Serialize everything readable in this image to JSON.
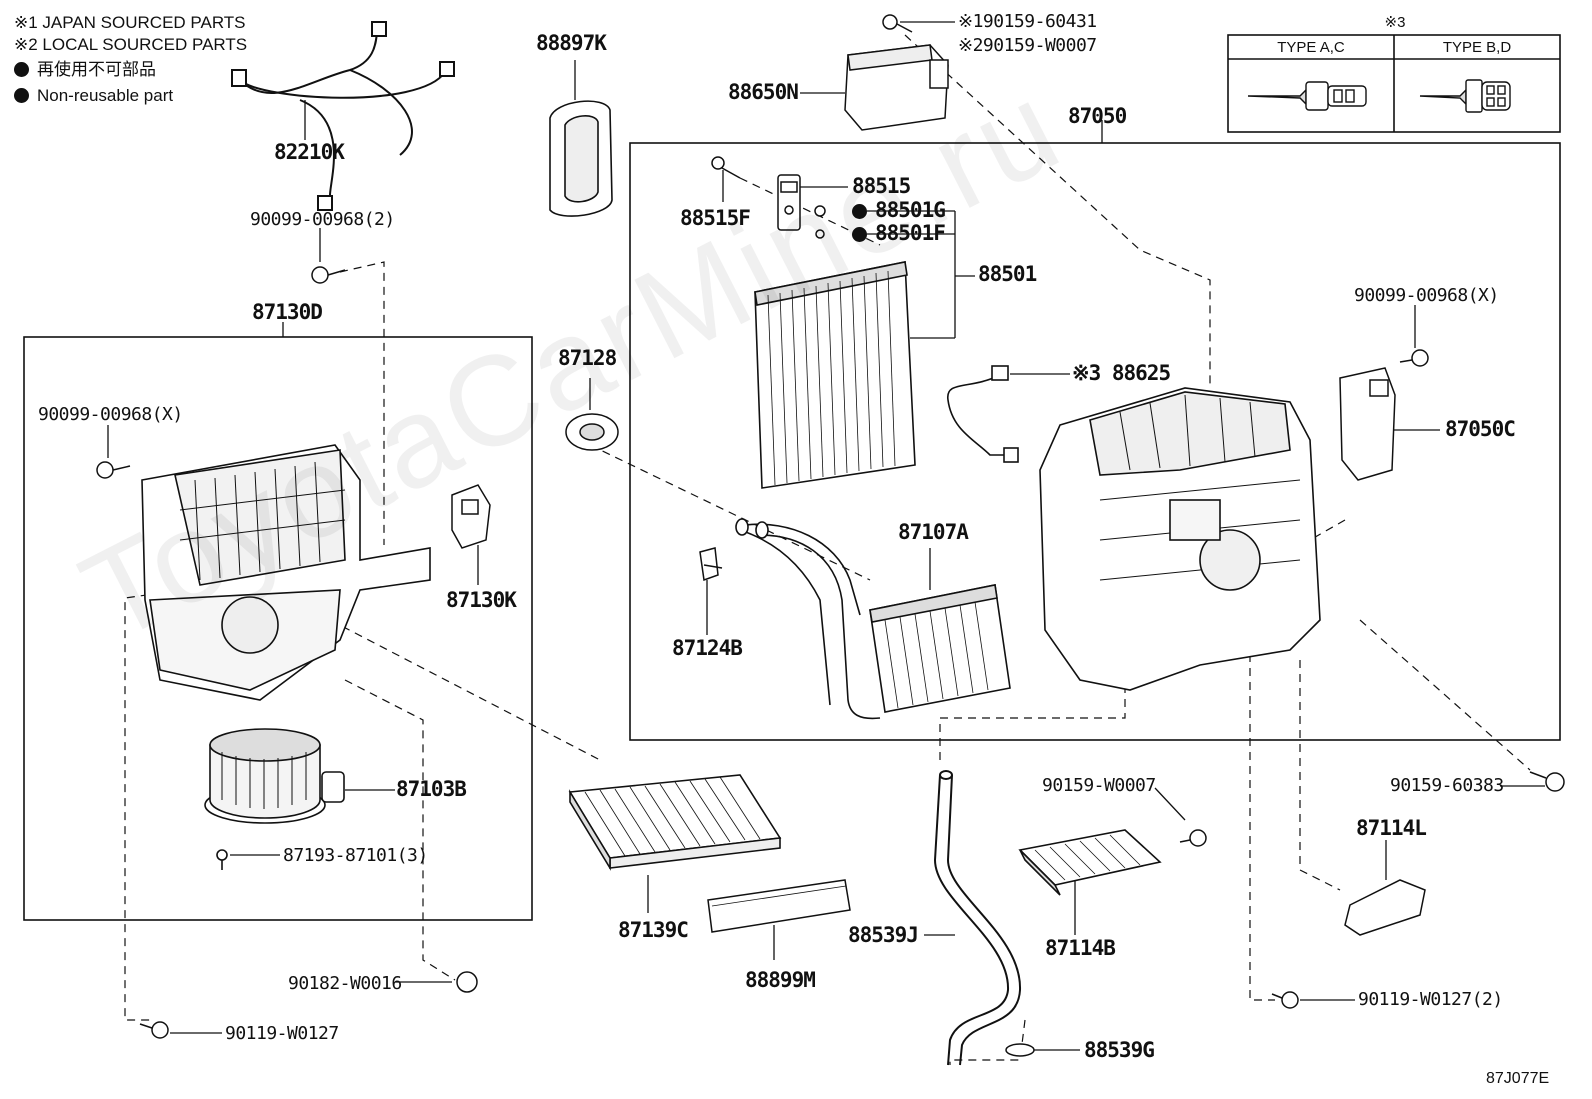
{
  "legend": {
    "note1": "※1 JAPAN SOURCED PARTS",
    "note2": "※2 LOCAL SOURCED PARTS",
    "nonreusable_jp": "再使用不可部品",
    "nonreusable_en": "Non-reusable part"
  },
  "type_table": {
    "mark": "※3",
    "col1": "TYPE A,C",
    "col2": "TYPE B,D"
  },
  "parts": {
    "p82210K": "82210K",
    "p90099_00968_2": "90099-00968(2)",
    "p87130D": "87130D",
    "p90099_00968_X_left": "90099-00968(X)",
    "p87130K": "87130K",
    "p87103B": "87103B",
    "p87193": "87193-87101(3)",
    "p90182": "90182-W0016",
    "p90119_left": "90119-W0127",
    "p88897K": "88897K",
    "p87128": "87128",
    "p87139C": "87139C",
    "p88899M": "88899M",
    "p90159_60431": "※190159-60431",
    "p90159_W0007_top": "※290159-W0007",
    "p88650N": "88650N",
    "p87050": "87050",
    "p88515": "88515",
    "p88515F": "88515F",
    "p88501G": "88501G",
    "p88501F": "88501F",
    "p88501": "88501",
    "p88625": "※3 88625",
    "p87107A": "87107A",
    "p87124B": "87124B",
    "p90099_00968_X_right": "90099-00968(X)",
    "p87050C": "87050C",
    "p90159_60383": "90159-60383",
    "p90159_W0007": "90159-W0007",
    "p87114L": "87114L",
    "p87114B": "87114B",
    "p88539J": "88539J",
    "p88539G": "88539G",
    "p90119_2": "90119-W0127(2)"
  },
  "drawing_code": "87J077E",
  "watermark": "ToyotaCarMine.ru"
}
